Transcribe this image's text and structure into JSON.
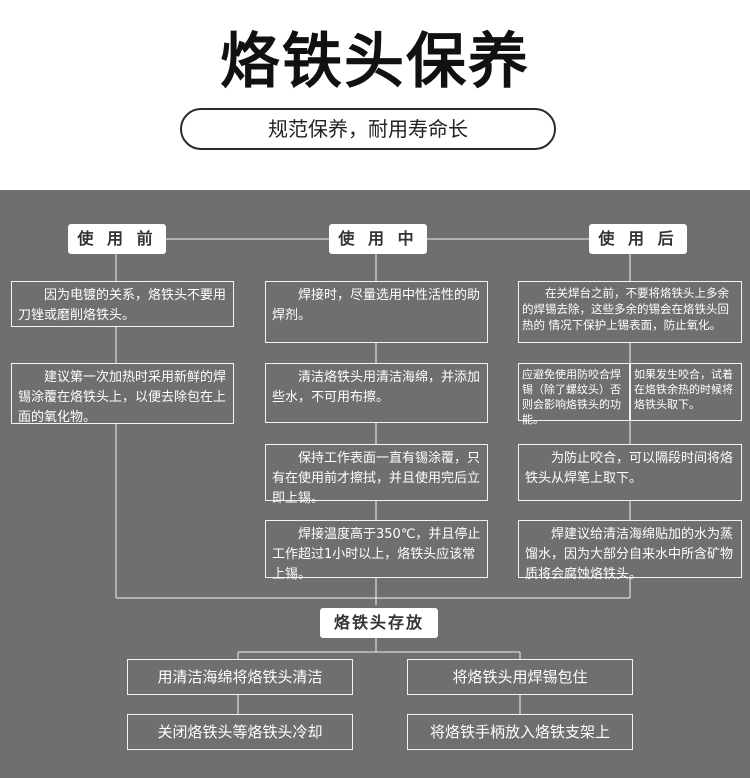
{
  "header": {
    "title": "烙铁头保养",
    "subtitle": "规范保养，耐用寿命长"
  },
  "colors": {
    "panel_bg": "#6f6f6f",
    "line": "#f2f2f2",
    "label_bg": "#ffffff",
    "text_on_panel": "#ffffff"
  },
  "before": {
    "label": "使 用 前",
    "items": [
      "因为电镀的关系，烙铁头不要用刀锉或磨削烙铁头。",
      "建议第一次加热时采用新鲜的焊锡涂覆在烙铁头上，以便去除包在上面的氧化物。"
    ]
  },
  "during": {
    "label": "使 用 中",
    "items": [
      "焊接时，尽量选用中性活性的助焊剂。",
      "清洁烙铁头用清洁海绵，并添加些水，不可用布擦。",
      "保持工作表面一直有锡涂覆，只有在使用前才擦拭，并且使用完后立即上锡。",
      "焊接温度高于350℃，并且停止工作超过1小时以上，烙铁头应该常上锡。"
    ]
  },
  "after": {
    "label": "使 用 后",
    "items": [
      "在关焊台之前，不要将烙铁头上多余的焊锡去除，这些多余的锡会在烙铁头回热的 情况下保护上锡表面，防止氧化。",
      "应避免使用防咬合焊锡（除了螺纹头）否则会影响烙铁头的功能。",
      "如果发生咬合，试着在烙铁余热的时候将烙铁头取下。",
      "为防止咬合，可以隔段时间将烙铁头从焊笔上取下。",
      "焊建议给清洁海绵贴加的水为蒸馏水，因为大部分自来水中所含矿物质将会腐蚀烙铁头。"
    ]
  },
  "storage": {
    "label": "烙铁头存放",
    "items": [
      "用清洁海绵将烙铁头清洁",
      "将烙铁头用焊锡包住",
      "关闭烙铁头等烙铁头冷却",
      "将烙铁手柄放入烙铁支架上"
    ]
  }
}
